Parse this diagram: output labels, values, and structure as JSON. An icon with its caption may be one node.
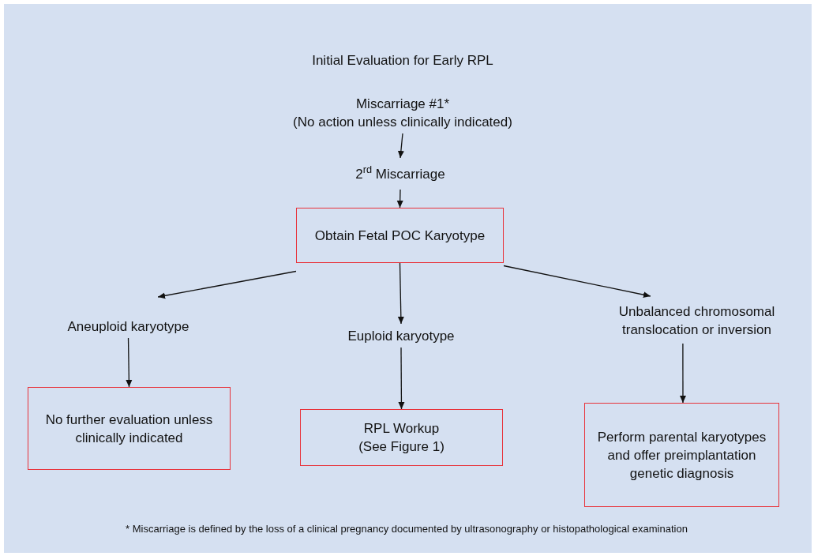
{
  "diagram": {
    "title": "Initial Evaluation for Early RPL",
    "nodes": [
      {
        "text": [
          "Miscarriage #1*",
          "(No action unless clinically indicated)"
        ]
      },
      {
        "text": [
          "2$^{rd}$ Miscarriage"
        ]
      },
      {
        "text": [
          "Obtain Fetal POC Karyotype"
        ]
      },
      {
        "text": [
          "Aneuploid karyotype"
        ]
      },
      {
        "text": [
          "Euploid karyotype"
        ]
      },
      {
        "text": [
          "Unbalanced chromosomal translocation or inversion"
        ]
      },
      {
        "text": [
          "No further evaluation unless clinically indicated"
        ]
      },
      {
        "text": [
          "RPL Workup",
          "(See Figure 1)"
        ]
      },
      {
        "text": [
          "Perform parental karyotypes and offer preimplantation genetic diagnosis"
        ]
      }
    ],
    "edges": [
      {
        "from": 0,
        "to": 1,
        "arrow": "to"
      },
      {
        "from": 1,
        "to": 2,
        "arrow": "to"
      },
      {
        "from": 2,
        "to": 3,
        "arrow": "to"
      },
      {
        "from": 2,
        "to": 4,
        "arrow": "to"
      },
      {
        "from": 2,
        "to": 5,
        "arrow": "to"
      },
      {
        "from": 3,
        "to": 6,
        "arrow": "to"
      },
      {
        "from": 4,
        "to": 7,
        "arrow": "to"
      },
      {
        "from": 5,
        "to": 8,
        "arrow": "to"
      }
    ],
    "labels": [
      "* Miscarriage is defined by the loss of a clinical pregnancy documented by ultrasonography or histopathological examination"
    ]
  }
}
